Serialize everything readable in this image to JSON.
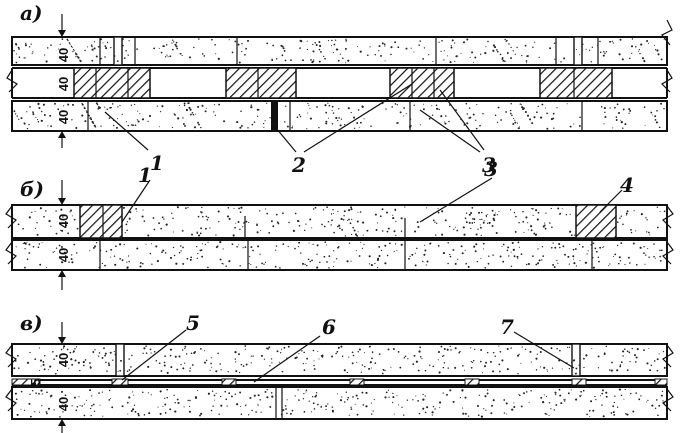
{
  "figure": {
    "panels": [
      {
        "id": "a",
        "letter": "а)",
        "dims": [
          "40",
          "40",
          "40"
        ],
        "callouts": [
          "1",
          "2",
          "3"
        ]
      },
      {
        "id": "b",
        "letter": "б)",
        "dims": [
          "40",
          "40"
        ],
        "callouts": [
          "1",
          "3",
          "4"
        ]
      },
      {
        "id": "c",
        "letter": "в)",
        "dims": [
          "40",
          "5",
          "40"
        ],
        "callouts": [
          "5",
          "6",
          "7"
        ]
      }
    ]
  }
}
